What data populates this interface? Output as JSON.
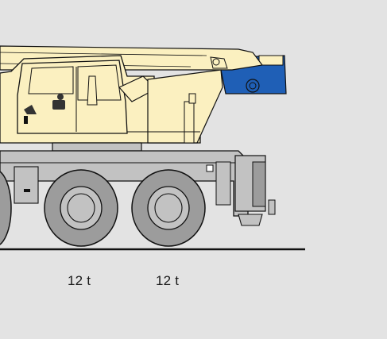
{
  "illustration": {
    "subject": "crane-carrier-side-view",
    "colors": {
      "background": "#e3e3e3",
      "body": "#fbf0c0",
      "chassis": "#c2c2c2",
      "tire": "#9c9c9c",
      "accent": "#1f5fb6",
      "outline": "#111111"
    }
  },
  "axle_loads": [
    {
      "label": "12 t"
    },
    {
      "label": "12 t"
    }
  ]
}
